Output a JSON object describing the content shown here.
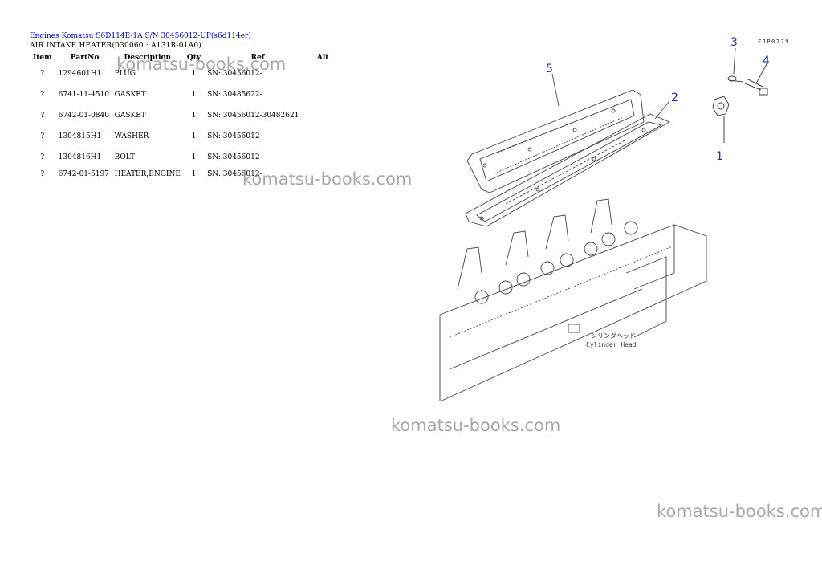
{
  "breadcrumb": {
    "link1": "Engines Komatsu",
    "link2": "S6D114E-1A S/N 30456012-UP(s6d114er)"
  },
  "subtitle": "AIR INTAKE HEATER(030060 : A131R-01A0)",
  "table": {
    "headers": [
      "Item",
      "PartNo",
      "Description",
      "Qty",
      "Ref",
      "Alt"
    ],
    "rows": [
      {
        "item": "?",
        "partno": "1294601H1",
        "desc": "PLUG",
        "qty": "1",
        "ref": "SN: 30456012-",
        "alt": ""
      },
      {
        "item": "?",
        "partno": "6741-11-4510",
        "desc": "GASKET",
        "qty": "1",
        "ref": "SN: 30485622-",
        "alt": ""
      },
      {
        "item": "?",
        "partno": "6742-01-0840",
        "desc": "GASKET",
        "qty": "1",
        "ref": "SN: 30456012-30482621",
        "alt": ""
      },
      {
        "item": "?",
        "partno": "1304815H1",
        "desc": "WASHER",
        "qty": "1",
        "ref": "SN: 30456012-",
        "alt": ""
      },
      {
        "item": "?",
        "partno": "1304816H1",
        "desc": "BOLT",
        "qty": "1",
        "ref": "SN: 30456012-",
        "alt": ""
      },
      {
        "item": "?",
        "partno": "6742-01-5197",
        "desc": "HEATER,ENGINE",
        "qty": "1",
        "ref": "SN: 30456012-",
        "alt": ""
      }
    ]
  },
  "watermark": "komatsu-books.com",
  "diagram": {
    "code": "FJP0779",
    "callouts": [
      "1",
      "2",
      "3",
      "4",
      "5"
    ],
    "caption_jp": "シリンダヘッド",
    "caption_en": "Cylinder Head"
  }
}
